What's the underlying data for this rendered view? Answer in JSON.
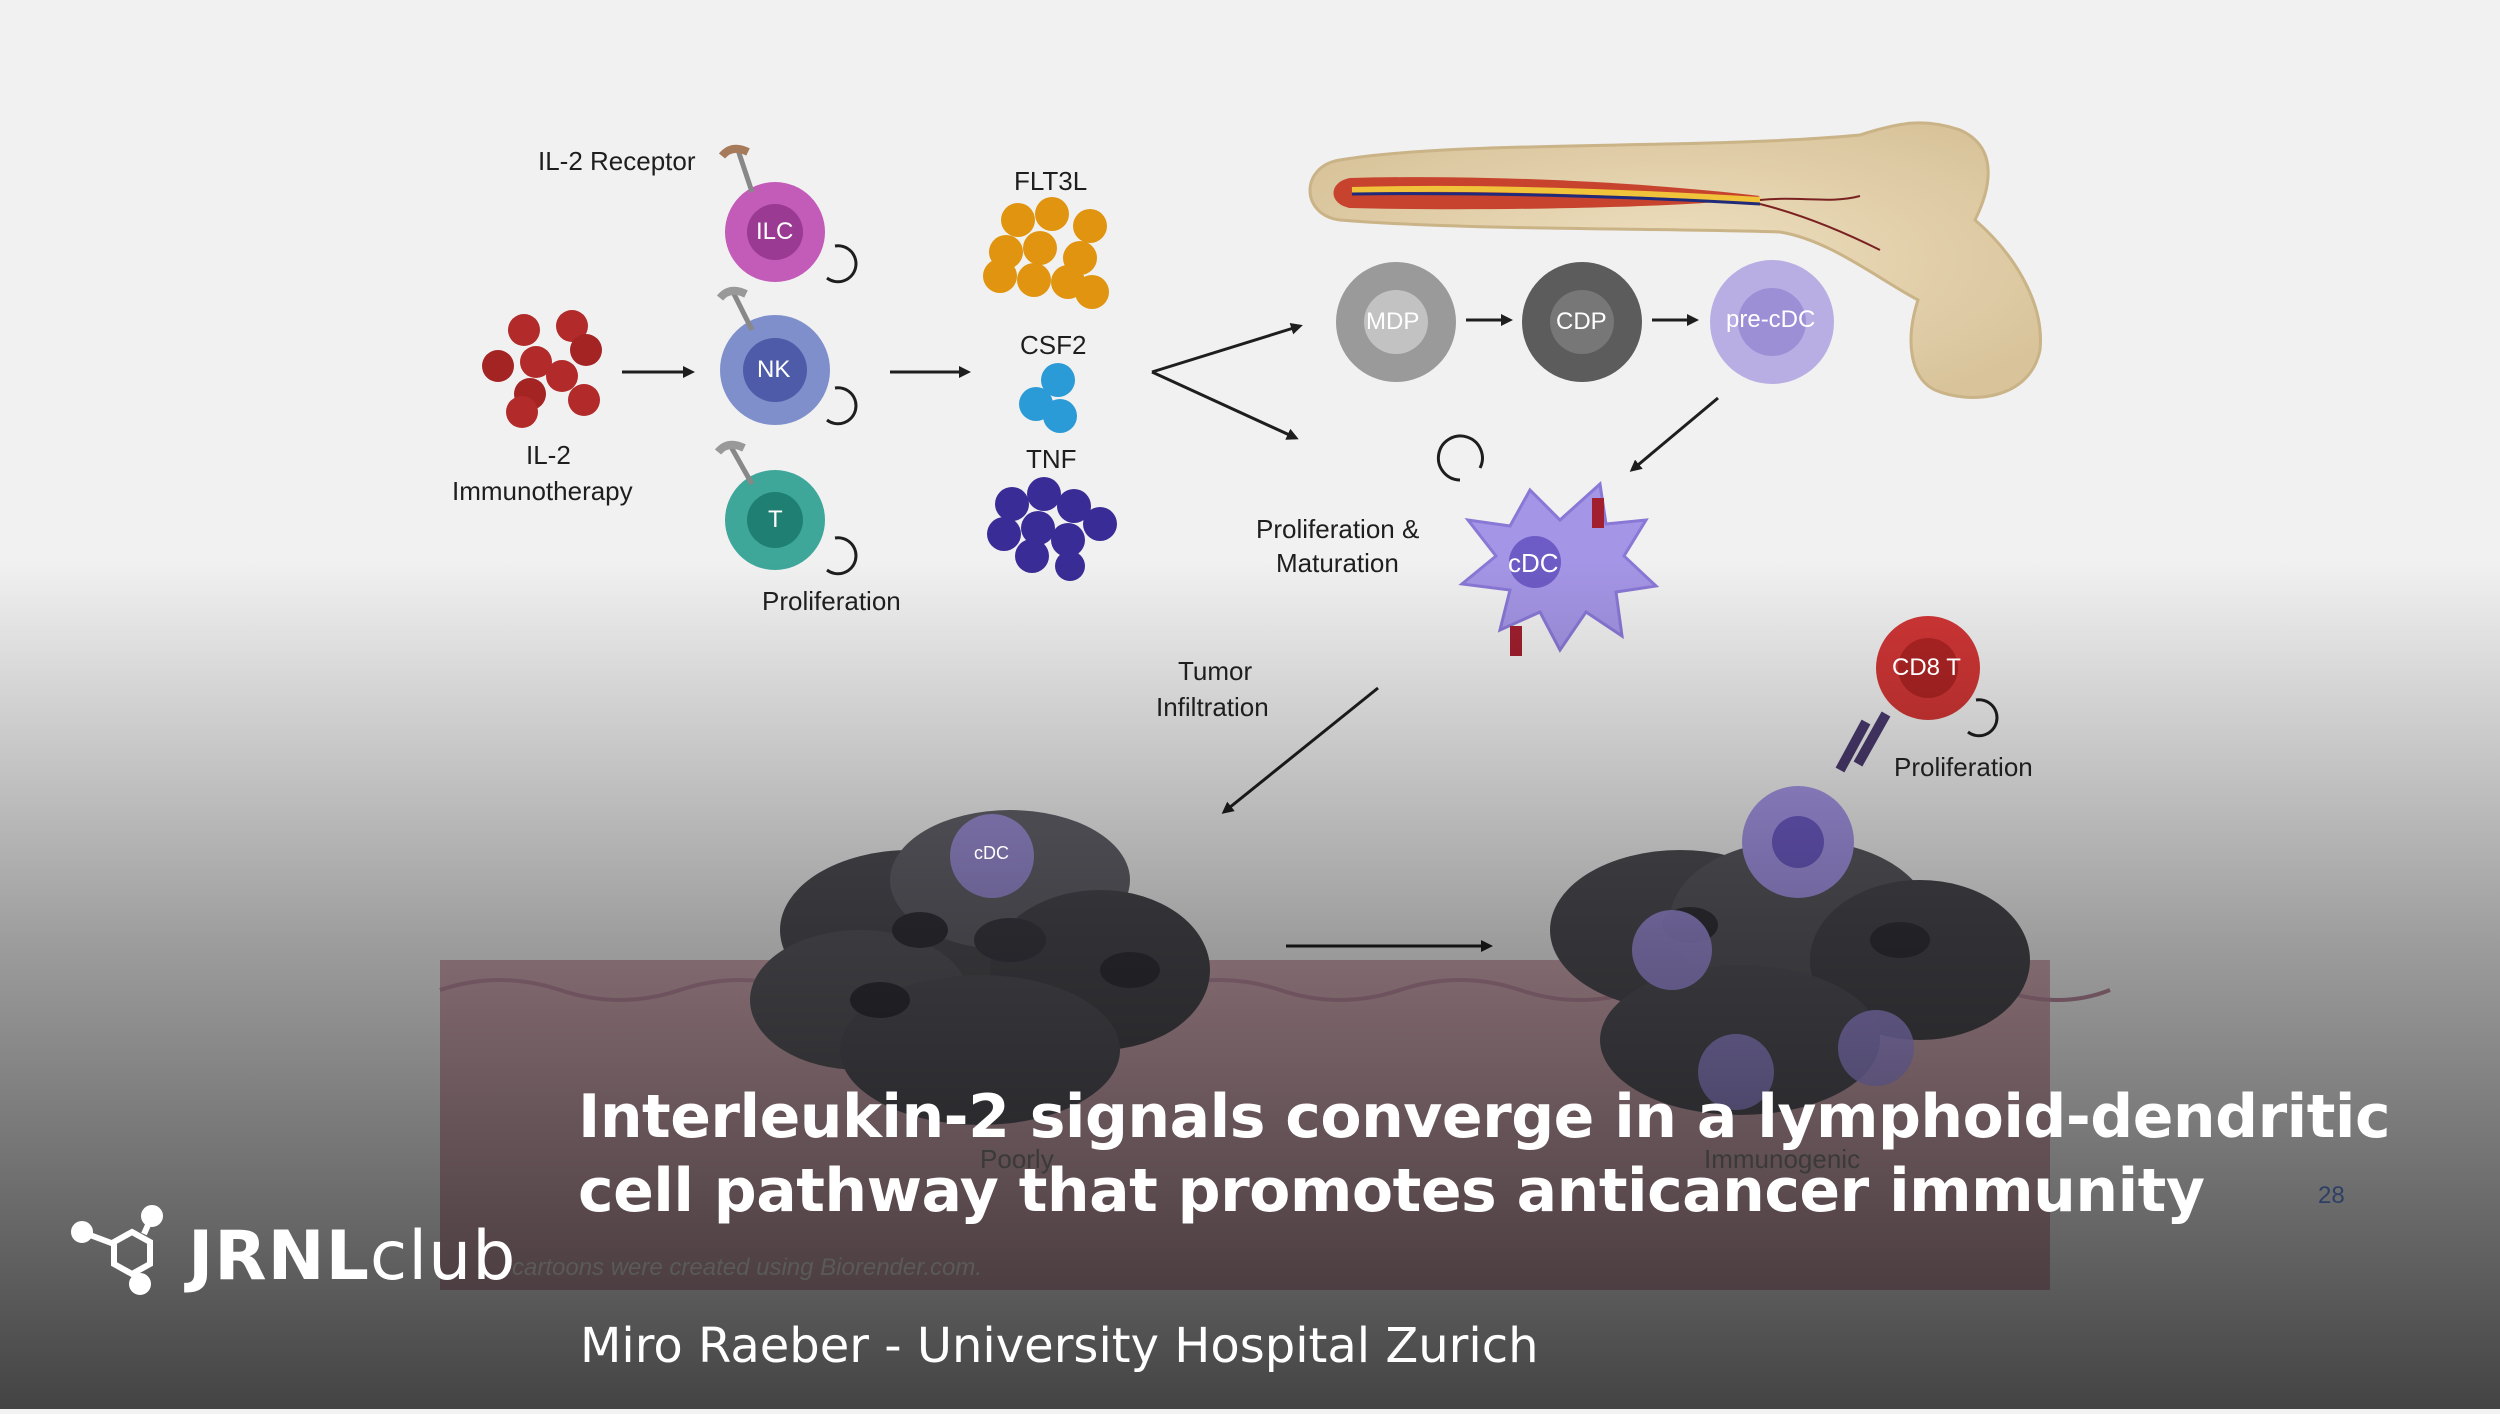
{
  "diagram": {
    "labels": {
      "il2_receptor": "IL-2 Receptor",
      "il2": "IL-2",
      "immunotherapy": "Immunotherapy",
      "proliferation_left": "Proliferation",
      "flt3l": "FLT3L",
      "csf2": "CSF2",
      "tnf": "TNF",
      "prolif_maturation_1": "Proliferation &",
      "prolif_maturation_2": "Maturation",
      "tumor_infiltration_1": "Tumor",
      "tumor_infiltration_2": "Infiltration",
      "proliferation_right": "Proliferation",
      "poorly": "Poorly",
      "immunogenic": "Immunogenic",
      "page_number": "28",
      "credit": "cartoons were created using Biorender.com."
    },
    "cells": {
      "ilc": "ILC",
      "nk": "NK",
      "t": "T",
      "mdp": "MDP",
      "cdp": "CDP",
      "pre_cdc": "pre-cDC",
      "cdc": "cDC",
      "cd8t": "CD8 T",
      "cdc_tumor": "cDC"
    },
    "colors": {
      "il2": "#b22a2a",
      "ilc": "#c25cb8",
      "nk": "#6b7fc1",
      "t": "#2a9a8a",
      "flt3l": "#e0940f",
      "csf2": "#2a9bd6",
      "tnf": "#3a2c96",
      "cdc": "#9f8fe0",
      "cd8t": "#d23636"
    }
  },
  "overlay": {
    "headline_line1": "Interleukin-2 signals converge in a lymphoid-dendritic",
    "headline_line2": "cell pathway that promotes anticancer immunity",
    "speaker": "Miro Raeber - University Hospital Zurich",
    "brand_bold": "JRNL",
    "brand_light": "club"
  }
}
